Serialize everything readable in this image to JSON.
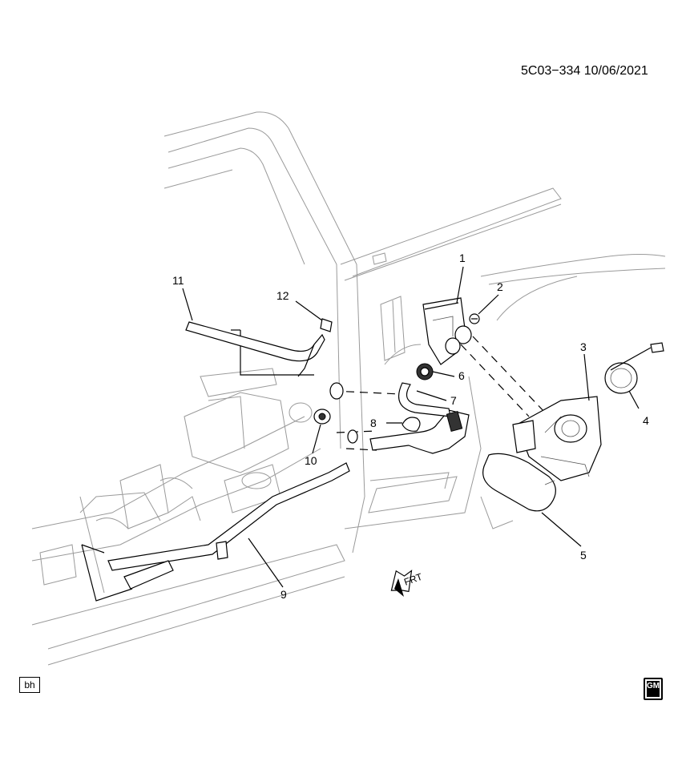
{
  "document": {
    "code": "5C03−334  10/06/2021",
    "badge": "bh",
    "logo": "GM"
  },
  "callouts": [
    "1",
    "2",
    "3",
    "4",
    "5",
    "6",
    "7",
    "8",
    "9",
    "10",
    "11",
    "12"
  ],
  "direction_label": "FRT",
  "colors": {
    "ink": "#000000",
    "body_line": "#9a9a9a",
    "background": "#ffffff"
  }
}
